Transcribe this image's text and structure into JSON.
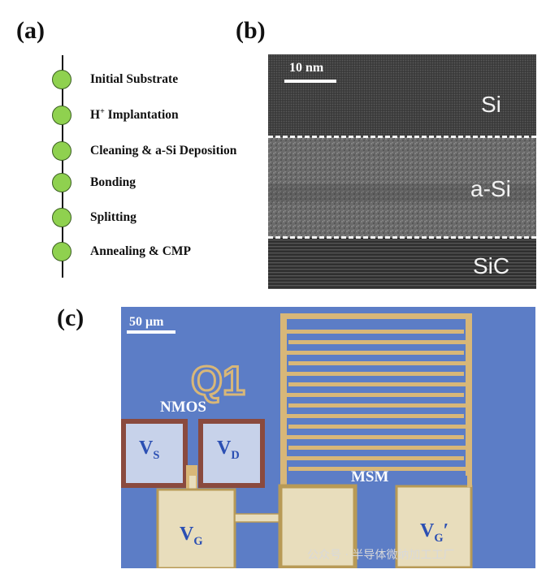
{
  "panels": {
    "a": "(a)",
    "b": "(b)",
    "c": "(c)"
  },
  "process_steps": [
    {
      "pre": "Initial Substrate",
      "sup": "",
      "post": ""
    },
    {
      "pre": "H",
      "sup": "+",
      "post": " Implantation"
    },
    {
      "pre": "Cleaning & a-Si Deposition",
      "sup": "",
      "post": ""
    },
    {
      "pre": "Bonding",
      "sup": "",
      "post": ""
    },
    {
      "pre": "Splitting",
      "sup": "",
      "post": ""
    },
    {
      "pre": "Annealing & CMP",
      "sup": "",
      "post": ""
    }
  ],
  "tem": {
    "scale_bar": "10 nm",
    "layers": [
      "Si",
      "a-Si",
      "SiC"
    ]
  },
  "micrograph": {
    "scale_bar": "50 μm",
    "device_id": "Q1",
    "nmos_label": "NMOS",
    "msm_label": "MSM",
    "pads": {
      "vs": {
        "main": "V",
        "sub": "S"
      },
      "vd": {
        "main": "V",
        "sub": "D"
      },
      "vg": {
        "main": "V",
        "sub": "G"
      },
      "vg2": {
        "main": "V",
        "sub": "G",
        "prime": "′"
      }
    }
  },
  "watermark": "公众号 · 半导体微纳加工工厂",
  "colors": {
    "dot_fill": "#8fd14f",
    "substrate_blue": "#5c7dc6",
    "metal_gold": "#d8b778"
  }
}
